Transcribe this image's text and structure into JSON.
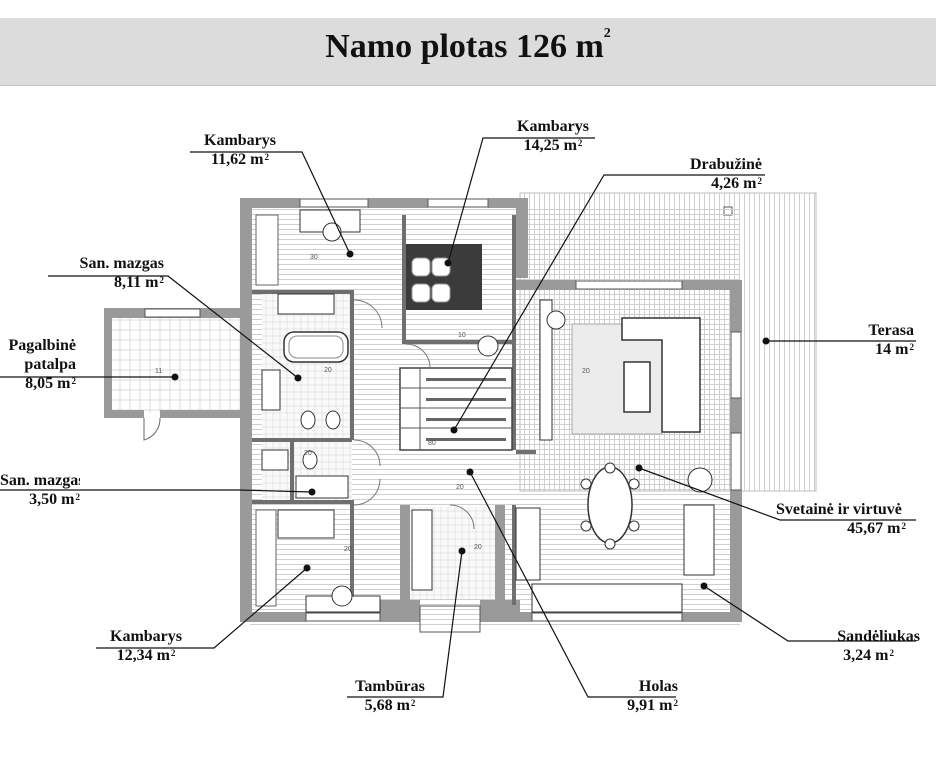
{
  "title": {
    "text": "Namo plotas 126 m",
    "sup": "2"
  },
  "labels": [
    {
      "key": "kambarys-1162",
      "name": "Kambarys",
      "area": "11,62 m",
      "sup": "2"
    },
    {
      "key": "kambarys-1425",
      "name": "Kambarys",
      "area": "14,25 m",
      "sup": "2"
    },
    {
      "key": "drabuzine",
      "name": "Drabužinė",
      "area": "4,26 m",
      "sup": "2"
    },
    {
      "key": "san-mazgas-811",
      "name": "San. mazgas",
      "area": "8,11 m",
      "sup": "2"
    },
    {
      "key": "pagalbine",
      "name": "Pagalbinė",
      "name2": "patalpa",
      "area": "8,05 m",
      "sup": "2"
    },
    {
      "key": "terasa",
      "name": "Terasa",
      "area": "14 m",
      "sup": "2"
    },
    {
      "key": "san-mazgas-350",
      "name": "San. mazgas",
      "area": "3,50 m",
      "sup": "2"
    },
    {
      "key": "svetaine",
      "name": "Svetainė ir virtuvė",
      "area": "45,67 m",
      "sup": "2"
    },
    {
      "key": "kambarys-1234",
      "name": "Kambarys",
      "area": "12,34 m",
      "sup": "2"
    },
    {
      "key": "sandeliukas",
      "name": "Sandėliukas",
      "area": "3,24 m",
      "sup": "2"
    },
    {
      "key": "tamburas",
      "name": "Tambūras",
      "area": "5,68 m",
      "sup": "2"
    },
    {
      "key": "holas",
      "name": "Holas",
      "area": "9,91 m",
      "sup": "2"
    }
  ],
  "plan_marks": [
    "30",
    "10",
    "20",
    "20",
    "11",
    "20",
    "80",
    "20",
    "20",
    "20"
  ],
  "colors": {
    "wall": "#9a9a9a",
    "title_bg": "#dcdcdc",
    "hatch": "#d6d6d6",
    "ink": "#111111"
  }
}
